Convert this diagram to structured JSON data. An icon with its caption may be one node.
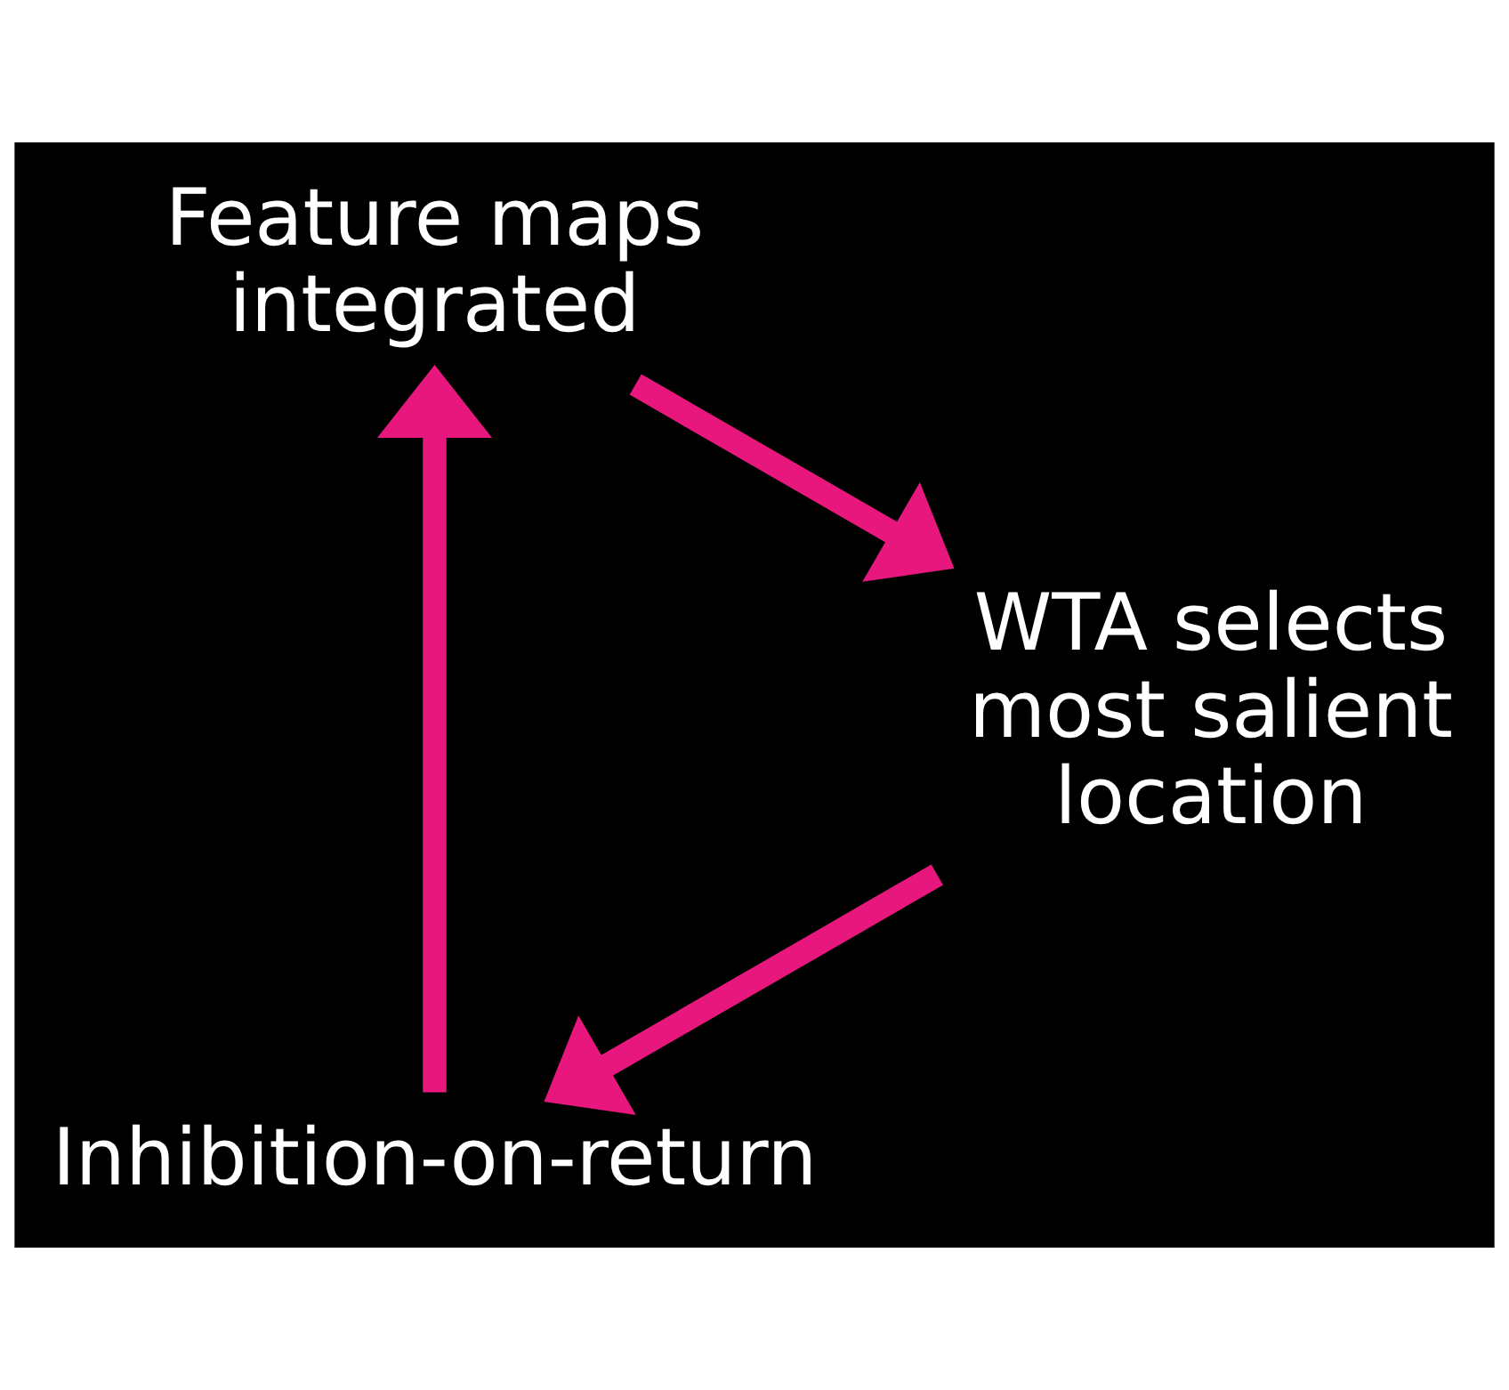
{
  "diagram": {
    "nodes": [
      {
        "text": [
          "Inhibition-on-return"
        ]
      },
      {
        "text": [
          "Feature maps integrated"
        ]
      },
      {
        "text": [
          "WTA selects most salient location"
        ]
      }
    ],
    "edges": [
      {
        "from": 0,
        "to": 1,
        "arrow": "to"
      },
      {
        "from": 1,
        "to": 2,
        "arrow": "to"
      },
      {
        "from": 2,
        "to": 0,
        "arrow": "to"
      }
    ]
  }
}
